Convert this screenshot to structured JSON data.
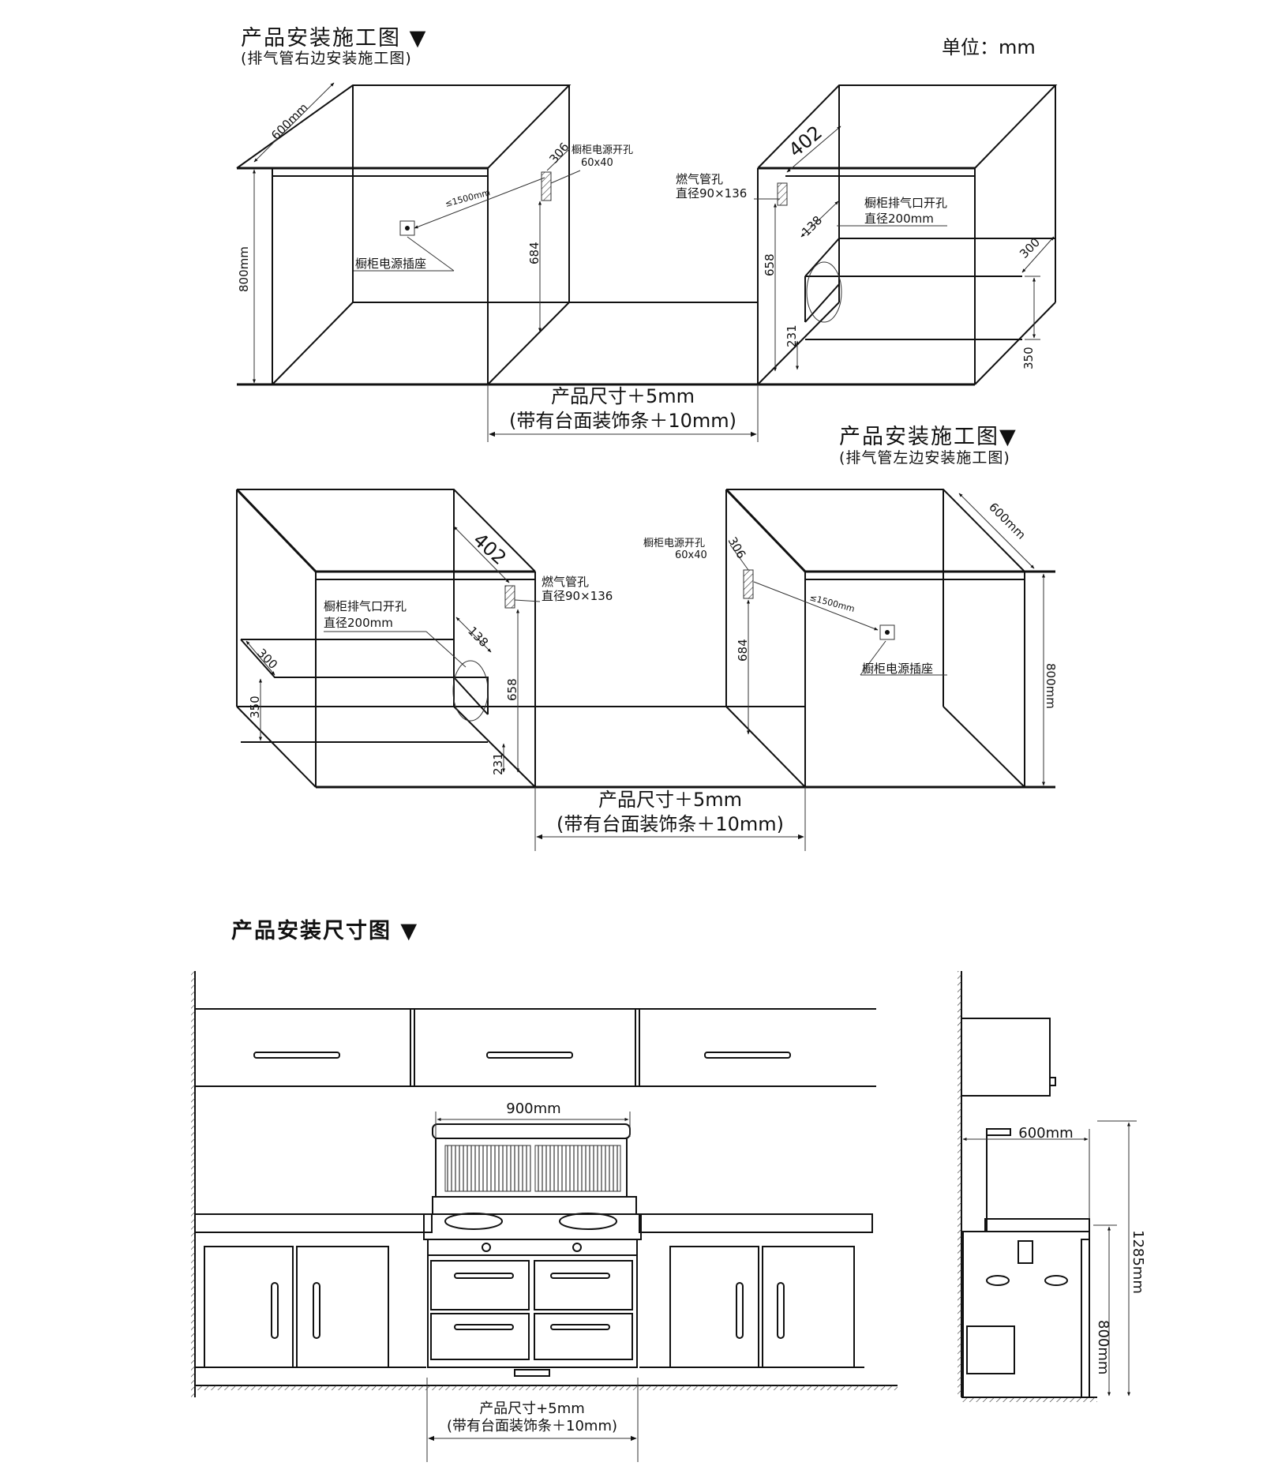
{
  "units": "单位：mm",
  "section1": {
    "title": "产品安装施工图 ▼",
    "subtitle": "(排气管右边安装施工图)",
    "depth": "600mm",
    "height": "800mm",
    "power_hole_label": "橱柜电源开孔",
    "power_hole_size": "60x40",
    "power_hole_dist": "306",
    "socket_dist": "≤1500mm",
    "socket_label": "橱柜电源插座",
    "height_684": "684",
    "gas_dist": "402",
    "gas_label": "燃气管孔",
    "gas_size": "直径90×136",
    "exhaust_label": "橱柜排气口开孔",
    "exhaust_size": "直径200mm",
    "dim_138": "138",
    "dim_658": "658",
    "dim_231": "231",
    "dim_300": "300",
    "dim_350": "350",
    "product_size": "产品尺寸＋5mm",
    "product_size_trim": "(带有台面装饰条＋10mm)"
  },
  "section2": {
    "title": "产品安装施工图▼",
    "subtitle": "(排气管左边安装施工图)",
    "depth": "600mm",
    "height": "800mm",
    "power_hole_label": "橱柜电源开孔",
    "power_hole_size": "60x40",
    "power_hole_dist": "306",
    "socket_dist": "≤1500mm",
    "socket_label": "橱柜电源插座",
    "height_684": "684",
    "gas_dist": "402",
    "gas_label": "燃气管孔",
    "gas_size": "直径90×136",
    "exhaust_label": "橱柜排气口开孔",
    "exhaust_size": "直径200mm",
    "dim_138": "138",
    "dim_658": "658",
    "dim_231": "231",
    "dim_300": "300",
    "dim_350": "350",
    "product_size": "产品尺寸＋5mm",
    "product_size_trim": "(带有台面装饰条＋10mm)"
  },
  "section3": {
    "title": "产品安装尺寸图 ▼",
    "width_900": "900mm",
    "depth_600": "600mm",
    "height_1285": "1285mm",
    "height_800": "800mm",
    "product_size": "产品尺寸+5mm",
    "product_size_trim": "(带有台面装饰条＋10mm)"
  }
}
